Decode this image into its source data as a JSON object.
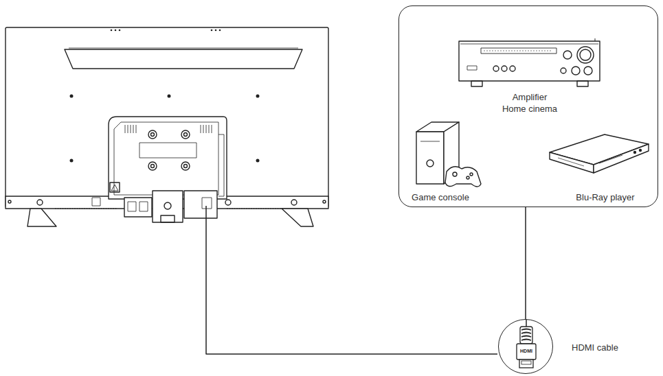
{
  "diagram": {
    "nodes": [
      {
        "text": [
          "Amplifier Home cinema",
          "Game console",
          "Blu-Ray player"
        ]
      },
      {
        "text": [
          "HDMI",
          "HDMI cable"
        ]
      }
    ],
    "edges": [
      {
        "from": 0,
        "to": 1,
        "arrow": "none"
      }
    ]
  }
}
